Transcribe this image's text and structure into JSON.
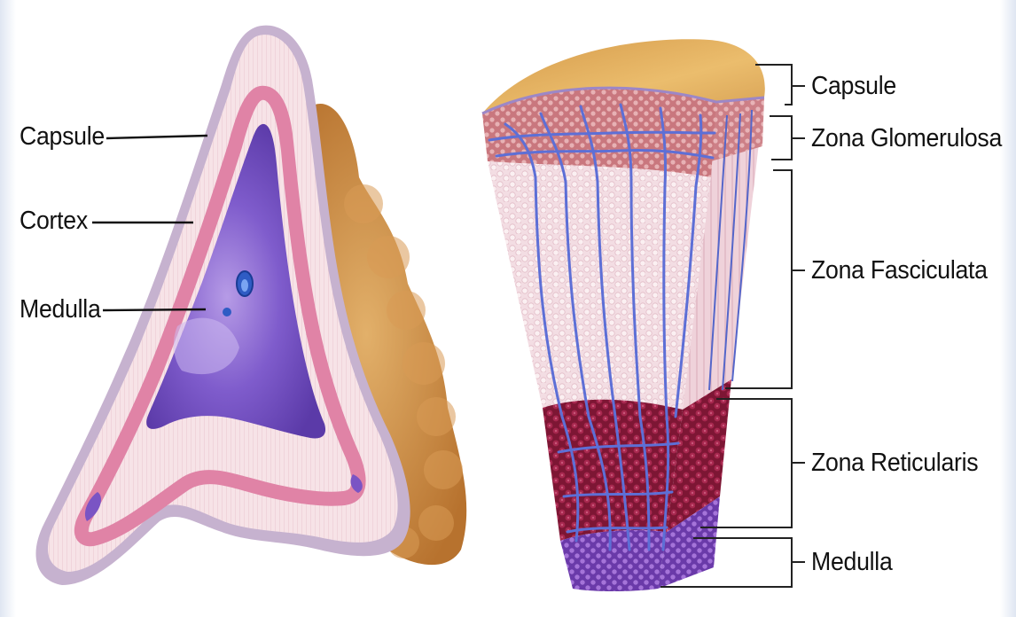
{
  "left_labels": {
    "capsule": "Capsule",
    "cortex": "Cortex",
    "medulla": "Medulla"
  },
  "right_labels": {
    "capsule": "Capsule",
    "zona_glomerulosa": "Zona Glomerulosa",
    "zona_fasciculata": "Zona Fasciculata",
    "zona_reticularis": "Zona Reticularis",
    "medulla": "Medulla"
  },
  "colors": {
    "capsule_outer": "#c9b9d3",
    "cortex": "#f6e2e6",
    "cortex_band": "#e486a8",
    "medulla": "#7b58c7",
    "fat": "#c98a3f",
    "section_top": "#e0b061",
    "glomerulosa_cells": "#b85a63",
    "reticularis_cells": "#8a1a3a",
    "medulla_cells": "#7a3db3",
    "vessel": "#5566c9"
  }
}
